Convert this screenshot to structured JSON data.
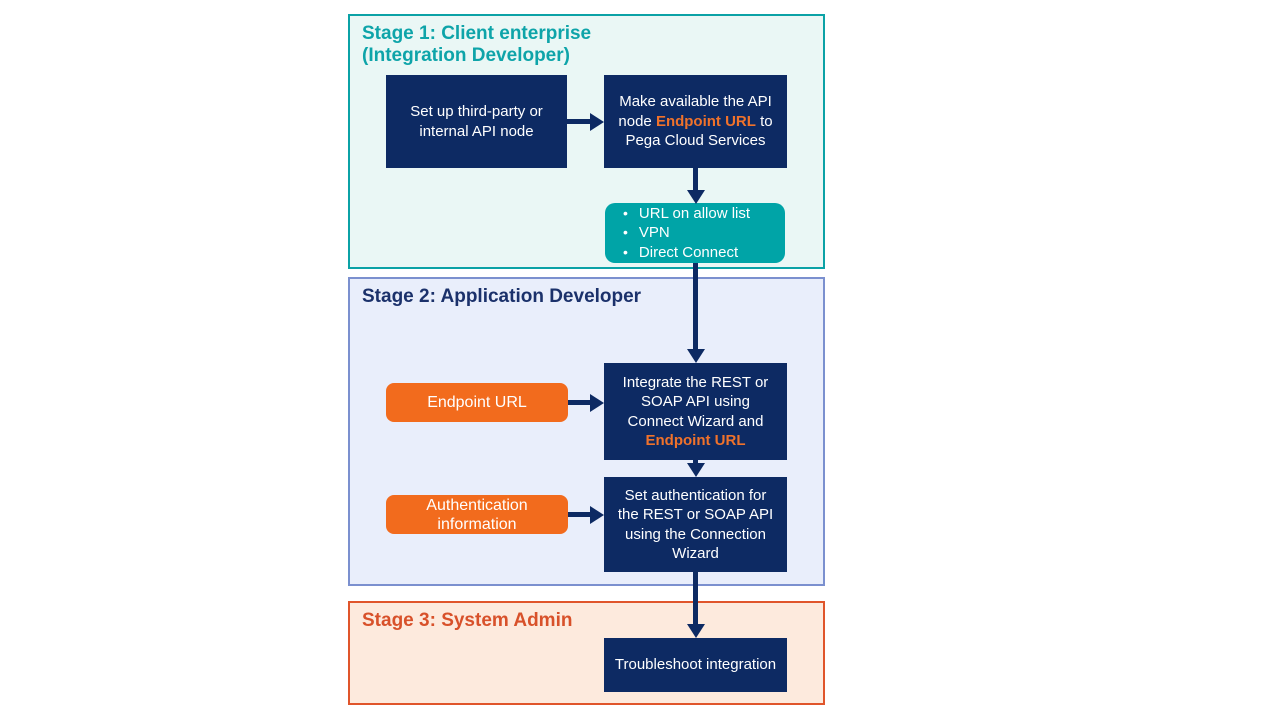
{
  "diagram": {
    "type": "flowchart",
    "colors": {
      "navy_box": "#0d2a63",
      "teal_accent": "#0ba2a6",
      "teal_box_fill": "#00a4a7",
      "stage1_bg": "#eaf7f5",
      "stage2_border": "#7b90cf",
      "stage2_bg": "#e9eefb",
      "stage3_accent": "#e0552b",
      "stage3_bg": "#fdeadd",
      "orange_tag": "#f26b1d",
      "orange_highlight_text": "#f0722b",
      "box_text": "#ffffff"
    },
    "stages": {
      "stage1": {
        "title_line1": "Stage 1: Client enterprise",
        "title_line2": "(Integration Developer)"
      },
      "stage2": {
        "title": "Stage 2: Application Developer"
      },
      "stage3": {
        "title": "Stage 3: System Admin"
      }
    },
    "boxes": {
      "setup_node": {
        "label": "Set up third-party or internal API node"
      },
      "make_available": {
        "parts": [
          {
            "text": "Make available the API node "
          },
          {
            "text": "Endpoint URL",
            "highlight": true
          },
          {
            "text": " to Pega Cloud Services"
          }
        ]
      },
      "connectivity": {
        "bullets": [
          "URL on allow list",
          "VPN",
          "Direct Connect"
        ]
      },
      "endpoint_tag": {
        "label": "Endpoint URL"
      },
      "integrate_api": {
        "parts": [
          {
            "text": "Integrate the REST or SOAP API using Connect Wizard and "
          },
          {
            "text": "Endpoint URL",
            "highlight": true
          }
        ]
      },
      "auth_info_tag": {
        "label": "Authentication information"
      },
      "set_authentication": {
        "label": "Set authentication for the REST or SOAP API using the Connection Wizard"
      },
      "troubleshoot": {
        "label": "Troubleshoot integration"
      }
    }
  }
}
